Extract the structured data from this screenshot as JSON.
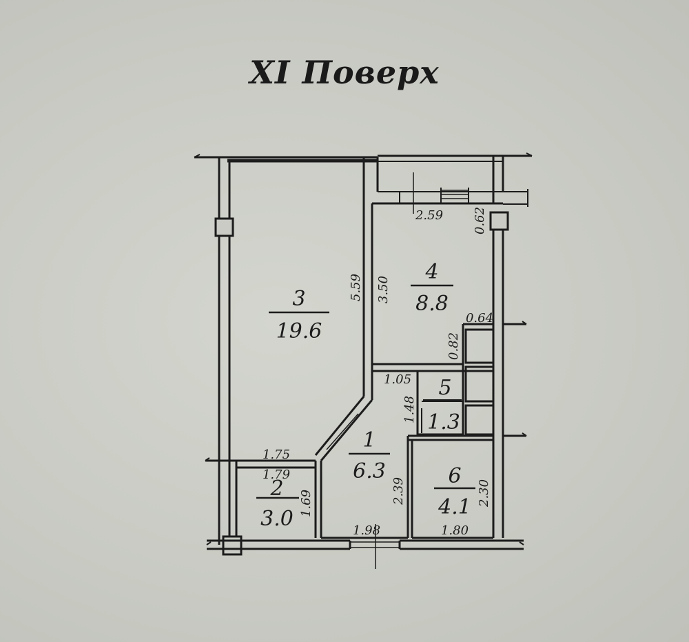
{
  "title": "XI Поверх",
  "rooms": [
    {
      "number": "1",
      "area": "6.3"
    },
    {
      "number": "2",
      "area": "3.0"
    },
    {
      "number": "3",
      "area": "19.6"
    },
    {
      "number": "4",
      "area": "8.8"
    },
    {
      "number": "5",
      "area": "1.3"
    },
    {
      "number": "6",
      "area": "4.1"
    }
  ],
  "dimensions": {
    "d259": "2.59",
    "d062": "0.62",
    "d559": "5.59",
    "d350": "3.50",
    "d064": "0.64",
    "d082": "0.82",
    "d105": "1.05",
    "d148": "1.48",
    "d175": "1.75",
    "d179": "1.79",
    "d169": "1.69",
    "d239": "2.39",
    "d230": "2.30",
    "d198": "1.98",
    "d180": "1.80"
  }
}
